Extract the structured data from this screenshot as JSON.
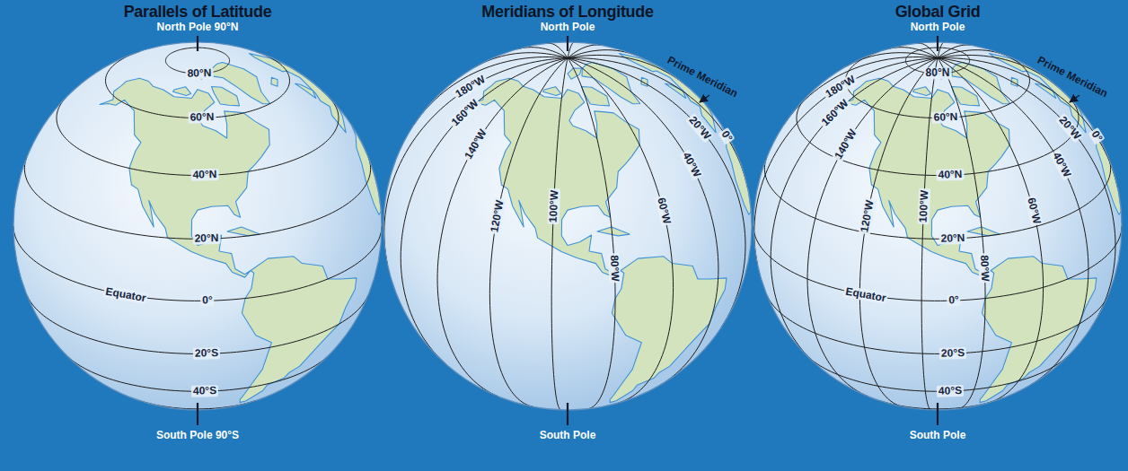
{
  "diagram": {
    "labels": [
      "Parallels of Latitude",
      "North Pole 90°N",
      "80°N",
      "60°N",
      "40°N",
      "20°N",
      "Equator",
      "0°",
      "20°S",
      "40°S",
      "South Pole 90°S",
      "Meridians of Longitude",
      "North Pole",
      "Prime Meridian",
      "0°",
      "180°W",
      "160°W",
      "140°W",
      "120°W",
      "100°W",
      "80°W",
      "60°W",
      "40°W",
      "20°W",
      "South Pole",
      "Global Grid",
      "North Pole",
      "Prime Meridian",
      "0°",
      "80°N",
      "180°W",
      "160°W",
      "140°W",
      "120°W",
      "100°W",
      "80°W",
      "60°W",
      "40°W",
      "20°W",
      "60°N",
      "40°N",
      "20°N",
      "Equator",
      "0°",
      "20°S",
      "40°S",
      "South Pole"
    ]
  }
}
